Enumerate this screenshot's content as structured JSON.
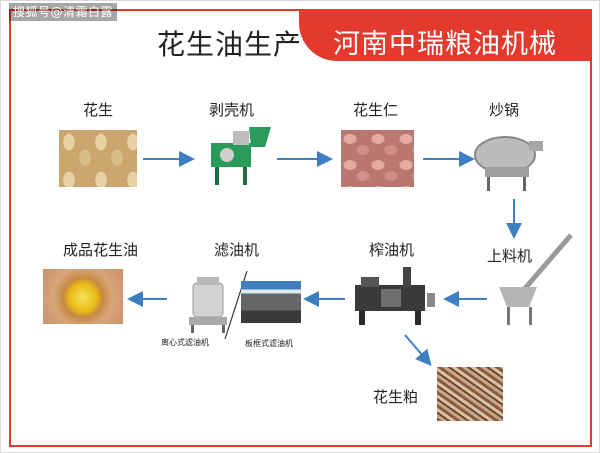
{
  "watermark": "搜狐号@清霜白露",
  "title": "花生油生产",
  "banner": "河南中瑞粮油机械",
  "steps": {
    "peanut": "花生",
    "sheller": "剥壳机",
    "kernel": "花生仁",
    "roaster": "炒锅",
    "elevator": "上料机",
    "press": "榨油机",
    "filter": "滤油机",
    "finished_oil": "成品花生油",
    "cake": "花生粕",
    "centrifugal_filter": "离心式滤油机",
    "plate_filter": "板框式滤油机"
  },
  "colors": {
    "accent": "#e33a2d",
    "arrow": "#3d7fc1"
  }
}
